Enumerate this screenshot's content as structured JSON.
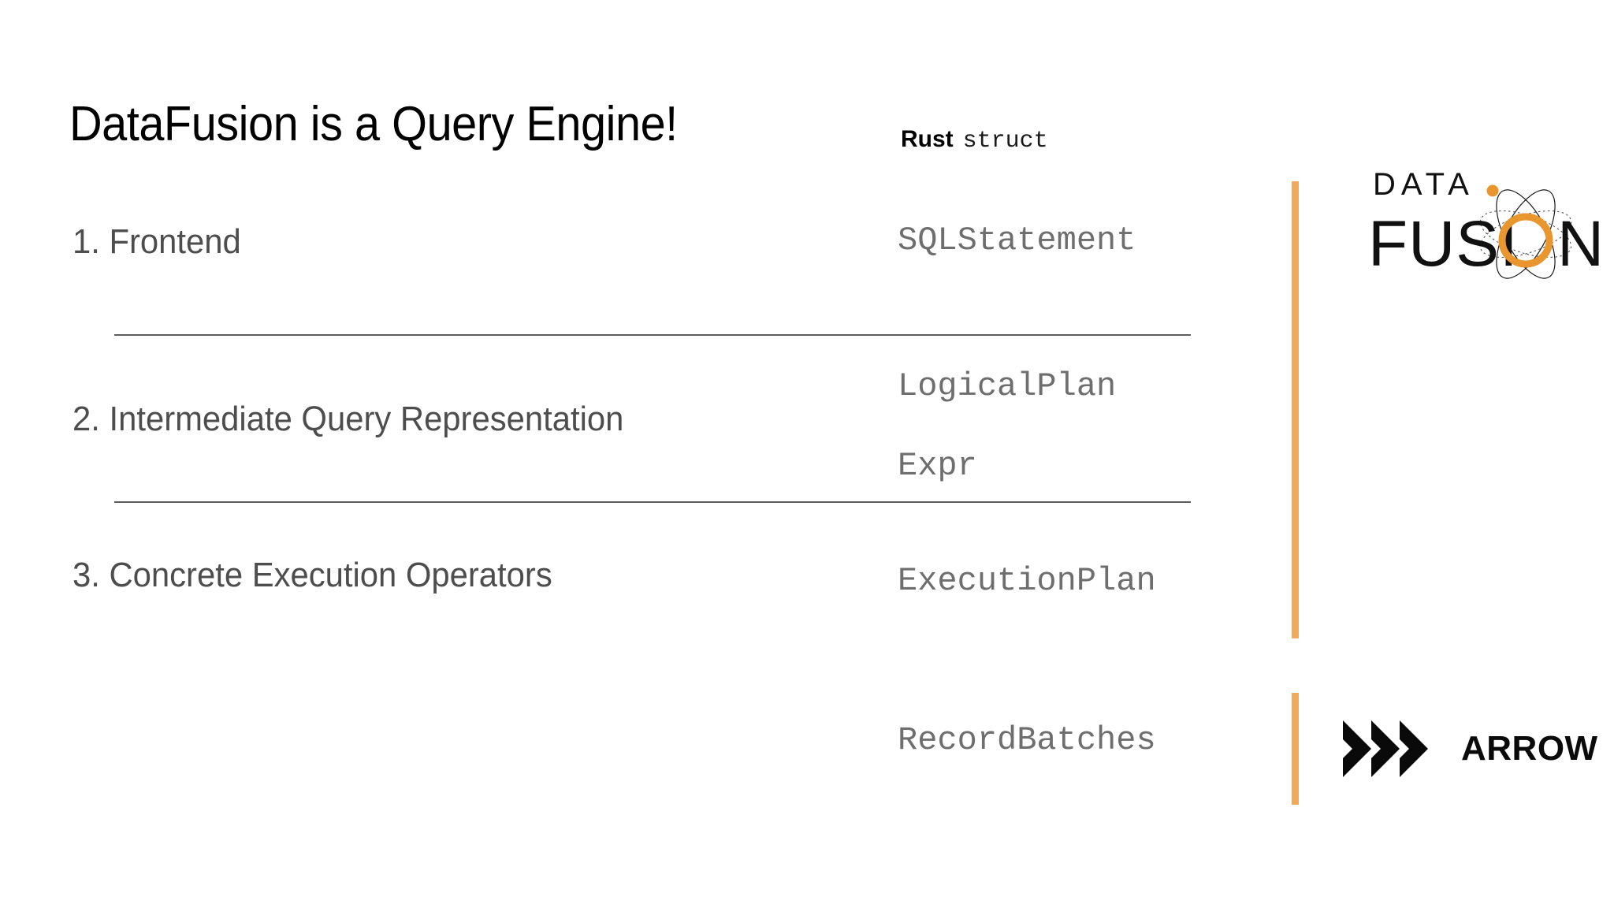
{
  "slide": {
    "title": "DataFusion is a Query Engine!",
    "background_color": "#ffffff",
    "accent_color": "#f0a95d",
    "label_color": "#4d4d4d",
    "code_color": "#6e6e6e"
  },
  "column_header": {
    "language": "Rust",
    "keyword": "struct"
  },
  "stages": [
    {
      "number": "1.",
      "label": "1. Frontend"
    },
    {
      "number": "2.",
      "label": "2. Intermediate Query Representation"
    },
    {
      "number": "3.",
      "label": "3. Concrete Execution Operators"
    }
  ],
  "structs": [
    {
      "name": "SQLStatement"
    },
    {
      "name": "LogicalPlan"
    },
    {
      "name": "Expr"
    },
    {
      "name": "ExecutionPlan"
    },
    {
      "name": "RecordBatches"
    }
  ],
  "logos": {
    "datafusion": {
      "line1": "DATA",
      "line2_prefix": "FUSI",
      "line2_suffix": "N",
      "alt": "DataFusion"
    },
    "arrow": {
      "wordmark": "ARROW",
      "alt": "Apache Arrow"
    }
  }
}
